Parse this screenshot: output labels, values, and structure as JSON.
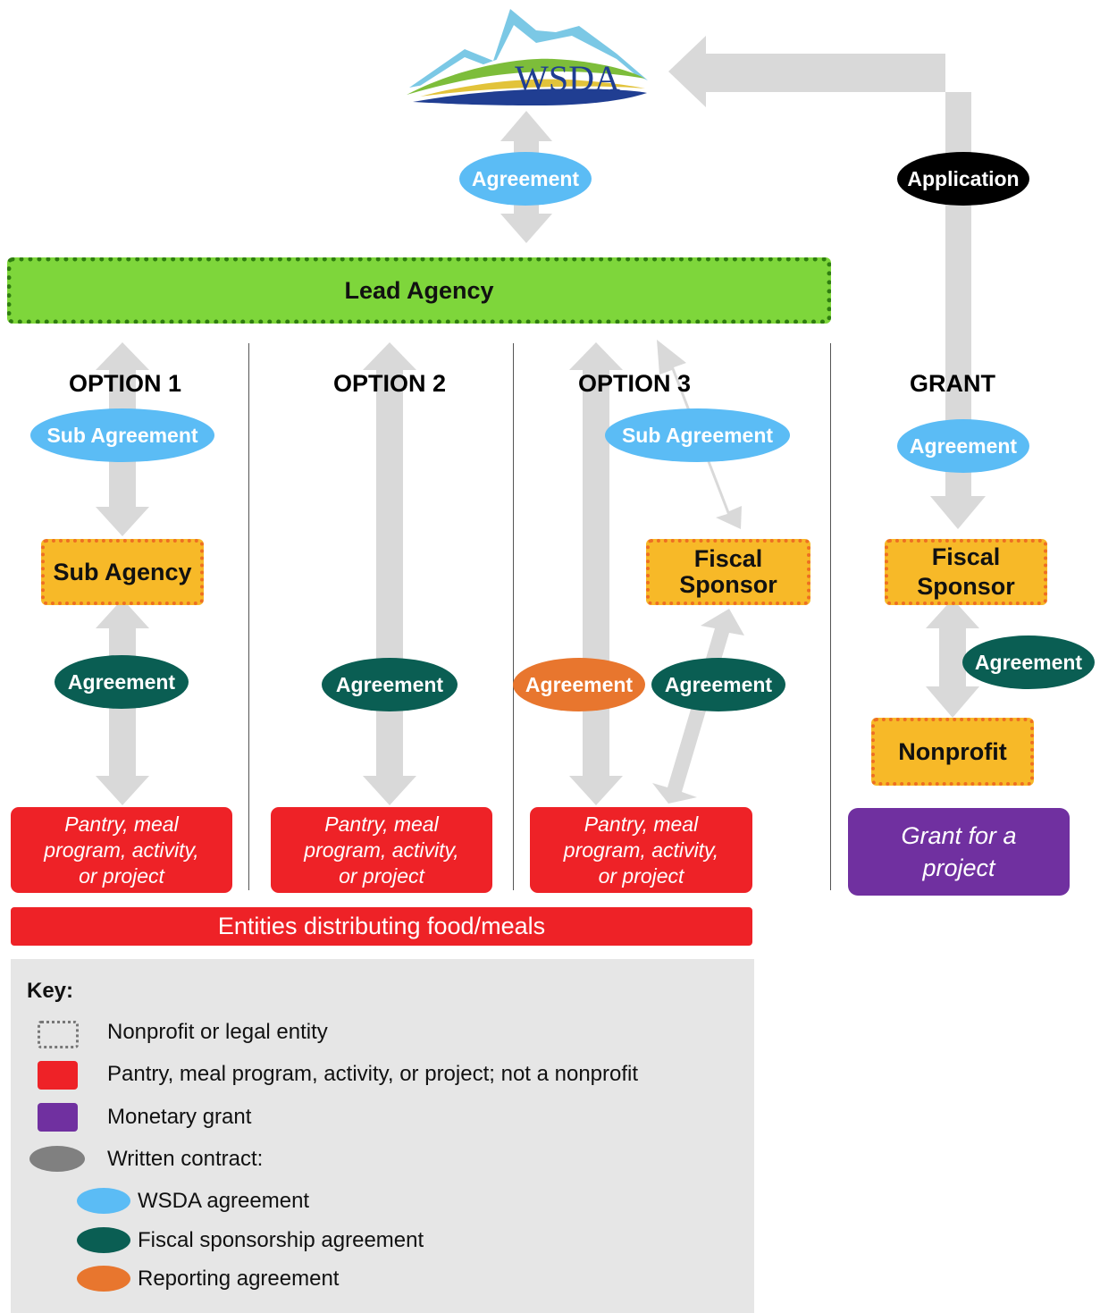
{
  "logo": {
    "text": "WSDA"
  },
  "lead_agency": {
    "label": "Lead Agency"
  },
  "columns": {
    "option1": "OPTION 1",
    "option2": "OPTION 2",
    "option3": "OPTION 3",
    "grant": "GRANT"
  },
  "contracts": {
    "top_agreement": "Agreement",
    "application": "Application",
    "opt1_sub_agreement": "Sub Agreement",
    "opt1_agreement": "Agreement",
    "opt2_agreement": "Agreement",
    "opt3_sub_agreement": "Sub Agreement",
    "opt3_reporting_agreement": "Agreement",
    "opt3_fiscal_agreement": "Agreement",
    "grant_agreement": "Agreement",
    "grant_fiscal_agreement": "Agreement"
  },
  "entities": {
    "sub_agency": "Sub Agency",
    "opt3_fiscal_sponsor_line1": "Fiscal",
    "opt3_fiscal_sponsor_line2": "Sponsor",
    "grant_fiscal_sponsor_line1": "Fiscal",
    "grant_fiscal_sponsor_line2": "Sponsor",
    "nonprofit": "Nonprofit"
  },
  "programs": {
    "line1": "Pantry, meal",
    "line2": "program, activity,",
    "line3": "or project"
  },
  "grant_project": {
    "line1": "Grant for a",
    "line2": "project"
  },
  "distribution_bar": "Entities distributing food/meals",
  "key": {
    "title": "Key:",
    "items": [
      "Nonprofit or legal entity",
      "Pantry, meal program, activity, or project; not a nonprofit",
      "Monetary grant",
      "Written contract:"
    ],
    "contract_types": [
      "WSDA agreement",
      "Fiscal sponsorship agreement",
      "Reporting agreement"
    ]
  },
  "colors": {
    "wsda_agreement": "#5bbcf5",
    "fiscal_sponsorship_agreement": "#0a5e53",
    "reporting_agreement": "#e8762e",
    "program": "#ee2227",
    "grant": "#7030a0",
    "lead_agency": "#7ed63b",
    "entity_fill": "#f7b928",
    "arrow": "#d9d9d9"
  }
}
